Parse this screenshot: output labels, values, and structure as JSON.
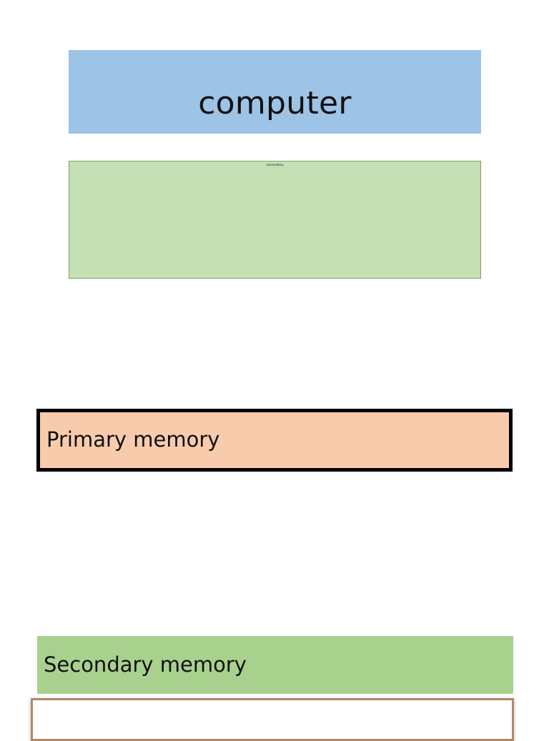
{
  "slide": {
    "background_color": "#ffffff",
    "title_banner": {
      "text": "computer",
      "fill_color": "#9dc3e6"
    },
    "content_panel": {
      "micro_label": "secondary",
      "fill_color": "#c5e0b4",
      "border_color": "#7f9f6a"
    },
    "primary_memory_box": {
      "label": "Primary memory",
      "fill_color": "#f8cbad",
      "border_color": "#000000"
    },
    "secondary_memory_box": {
      "label": "Secondary memory",
      "fill_color": "#a9d18e"
    },
    "framed_box": {
      "fill_color": "#ffffff",
      "border_color": "#b08968"
    }
  }
}
